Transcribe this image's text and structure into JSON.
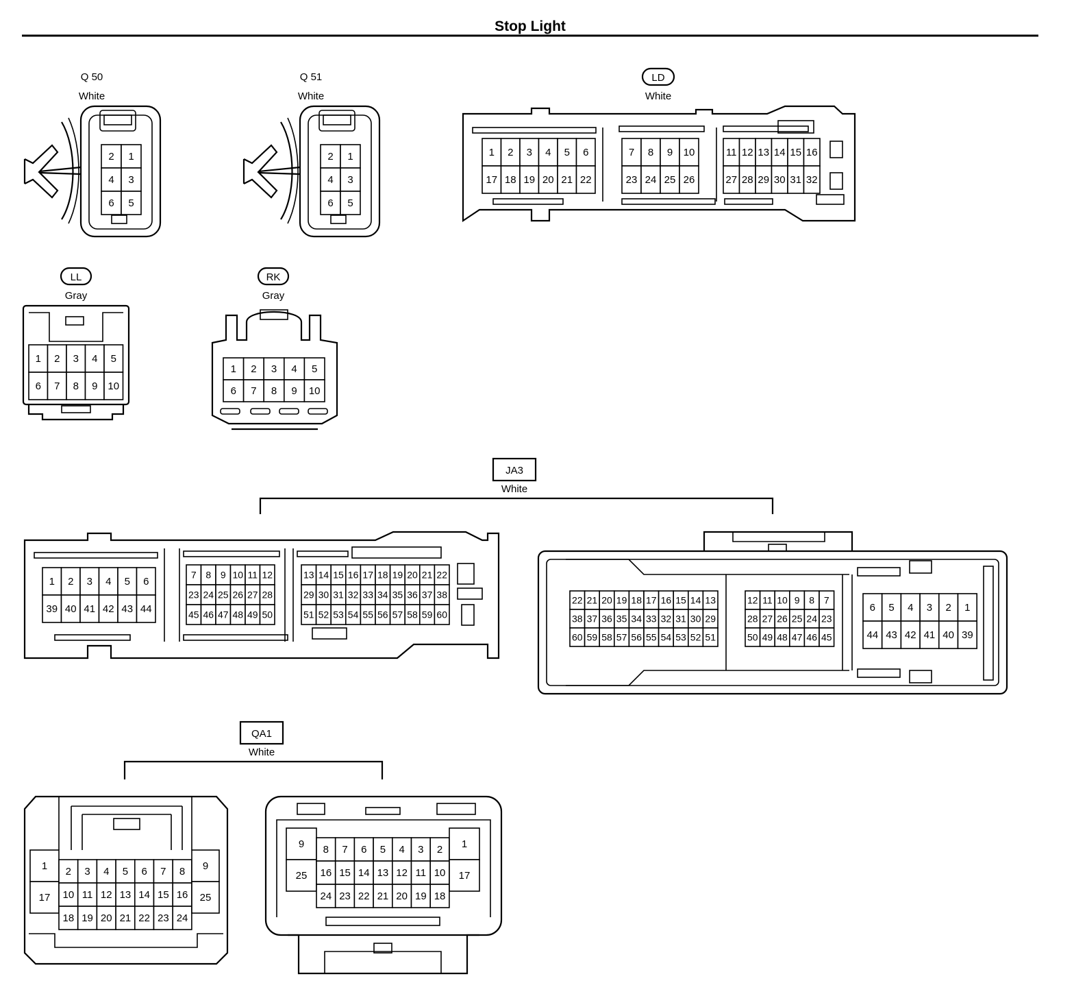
{
  "title": "Stop Light",
  "connectors": {
    "q50": {
      "name": "Q 50",
      "color": "White",
      "pins": [
        [
          "2",
          "1"
        ],
        [
          "4",
          "3"
        ],
        [
          "6",
          "5"
        ]
      ]
    },
    "q51": {
      "name": "Q 51",
      "color": "White",
      "pins": [
        [
          "2",
          "1"
        ],
        [
          "4",
          "3"
        ],
        [
          "6",
          "5"
        ]
      ]
    },
    "ld": {
      "name": "LD",
      "color": "White",
      "groups": [
        [
          [
            "1",
            "2",
            "3",
            "4",
            "5",
            "6"
          ],
          [
            "17",
            "18",
            "19",
            "20",
            "21",
            "22"
          ]
        ],
        [
          [
            "7",
            "8",
            "9",
            "10"
          ],
          [
            "23",
            "24",
            "25",
            "26"
          ]
        ],
        [
          [
            "11",
            "12",
            "13",
            "14",
            "15",
            "16"
          ],
          [
            "27",
            "28",
            "29",
            "30",
            "31",
            "32"
          ]
        ]
      ]
    },
    "ll": {
      "name": "LL",
      "color": "Gray",
      "pins": [
        [
          "1",
          "2",
          "3",
          "4",
          "5"
        ],
        [
          "6",
          "7",
          "8",
          "9",
          "10"
        ]
      ]
    },
    "rk": {
      "name": "RK",
      "color": "Gray",
      "pins": [
        [
          "1",
          "2",
          "3",
          "4",
          "5"
        ],
        [
          "6",
          "7",
          "8",
          "9",
          "10"
        ]
      ]
    },
    "ja3": {
      "name": "JA3",
      "color": "White",
      "left": [
        [
          [
            "1",
            "2",
            "3",
            "4",
            "5",
            "6"
          ],
          [
            "39",
            "40",
            "41",
            "42",
            "43",
            "44"
          ]
        ],
        [
          [
            "7",
            "8",
            "9",
            "10",
            "11",
            "12"
          ],
          [
            "23",
            "24",
            "25",
            "26",
            "27",
            "28"
          ],
          [
            "45",
            "46",
            "47",
            "48",
            "49",
            "50"
          ]
        ],
        [
          [
            "13",
            "14",
            "15",
            "16",
            "17",
            "18",
            "19",
            "20",
            "21",
            "22"
          ],
          [
            "29",
            "30",
            "31",
            "32",
            "33",
            "34",
            "35",
            "36",
            "37",
            "38"
          ],
          [
            "51",
            "52",
            "53",
            "54",
            "55",
            "56",
            "57",
            "58",
            "59",
            "60"
          ]
        ]
      ],
      "right": [
        [
          [
            "22",
            "21",
            "20",
            "19",
            "18",
            "17",
            "16",
            "15",
            "14",
            "13"
          ],
          [
            "38",
            "37",
            "36",
            "35",
            "34",
            "33",
            "32",
            "31",
            "30",
            "29"
          ],
          [
            "60",
            "59",
            "58",
            "57",
            "56",
            "55",
            "54",
            "53",
            "52",
            "51"
          ]
        ],
        [
          [
            "12",
            "11",
            "10",
            "9",
            "8",
            "7"
          ],
          [
            "28",
            "27",
            "26",
            "25",
            "24",
            "23"
          ],
          [
            "50",
            "49",
            "48",
            "47",
            "46",
            "45"
          ]
        ],
        [
          [
            "6",
            "5",
            "4",
            "3",
            "2",
            "1"
          ],
          [
            "44",
            "43",
            "42",
            "41",
            "40",
            "39"
          ]
        ]
      ]
    },
    "qa1": {
      "name": "QA1",
      "color": "White",
      "left": {
        "side_left": [
          "1",
          "17"
        ],
        "grid": [
          [
            "2",
            "3",
            "4",
            "5",
            "6",
            "7",
            "8"
          ],
          [
            "10",
            "11",
            "12",
            "13",
            "14",
            "15",
            "16"
          ],
          [
            "18",
            "19",
            "20",
            "21",
            "22",
            "23",
            "24"
          ]
        ],
        "side_right": [
          "9",
          "25"
        ]
      },
      "right": {
        "side_left": [
          "9",
          "25"
        ],
        "grid": [
          [
            "8",
            "7",
            "6",
            "5",
            "4",
            "3",
            "2"
          ],
          [
            "16",
            "15",
            "14",
            "13",
            "12",
            "11",
            "10"
          ],
          [
            "24",
            "23",
            "22",
            "21",
            "20",
            "19",
            "18"
          ]
        ],
        "side_right": [
          "1",
          "17"
        ]
      }
    }
  }
}
